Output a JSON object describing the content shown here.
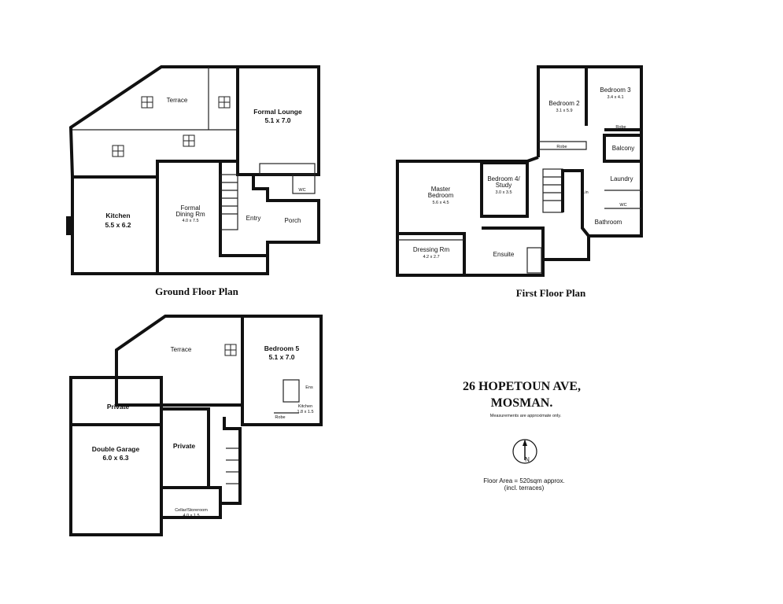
{
  "ground_floor": {
    "caption": "Ground Floor Plan",
    "terrace": "Terrace",
    "formal_lounge": {
      "name": "Formal Lounge",
      "size": "5.1 x 7.0"
    },
    "wc": "WC",
    "kitchen": {
      "name": "Kitchen",
      "size": "5.5 x 6.2"
    },
    "dining": {
      "name1": "Formal",
      "name2": "Dining Rm",
      "size": "4.0 x 7.5"
    },
    "entry": "Entry",
    "porch": "Porch"
  },
  "first_floor": {
    "caption": "First Floor Plan",
    "bedroom2": {
      "name": "Bedroom 2",
      "size": "3.1 x 5.9"
    },
    "bedroom3": {
      "name": "Bedroom 3",
      "size": "3.4 x 4.1"
    },
    "robe": "Robe",
    "balcony": "Balcony",
    "master": {
      "name1": "Master",
      "name2": "Bedroom",
      "size": "5.6 x 4.5"
    },
    "bedroom4": {
      "name1": "Bedroom 4/",
      "name2": "Study",
      "size": "3.0 x 3.5"
    },
    "laundry": "Laundry",
    "wc": "WC",
    "lin": "Lin",
    "bathroom": "Bathroom",
    "dressing": {
      "name": "Dressing Rm",
      "size": "4.2 x 2.7"
    },
    "ensuite": "Ensuite"
  },
  "lower_floor": {
    "terrace": "Terrace",
    "bedroom5": {
      "name": "Bedroom 5",
      "size": "5.1 x 7.0"
    },
    "ens": "Ens",
    "kitchen": {
      "name": "Kitchen",
      "size": "1.8 x 1.5"
    },
    "robe": "Robe",
    "private1": "Private",
    "garage": {
      "name": "Double Garage",
      "size": "6.0 x 6.3"
    },
    "private2": "Private",
    "cellar": {
      "name": "Cellar/Storeroom",
      "size": "4.0 x 1.5"
    }
  },
  "info": {
    "address1": "26 HOPETOUN AVE,",
    "address2": "MOSMAN.",
    "disclaimer": "Measurements are approximate only.",
    "north": "N",
    "area1": "Floor Area = 520sqm approx.",
    "area2": "(incl. terraces)"
  }
}
